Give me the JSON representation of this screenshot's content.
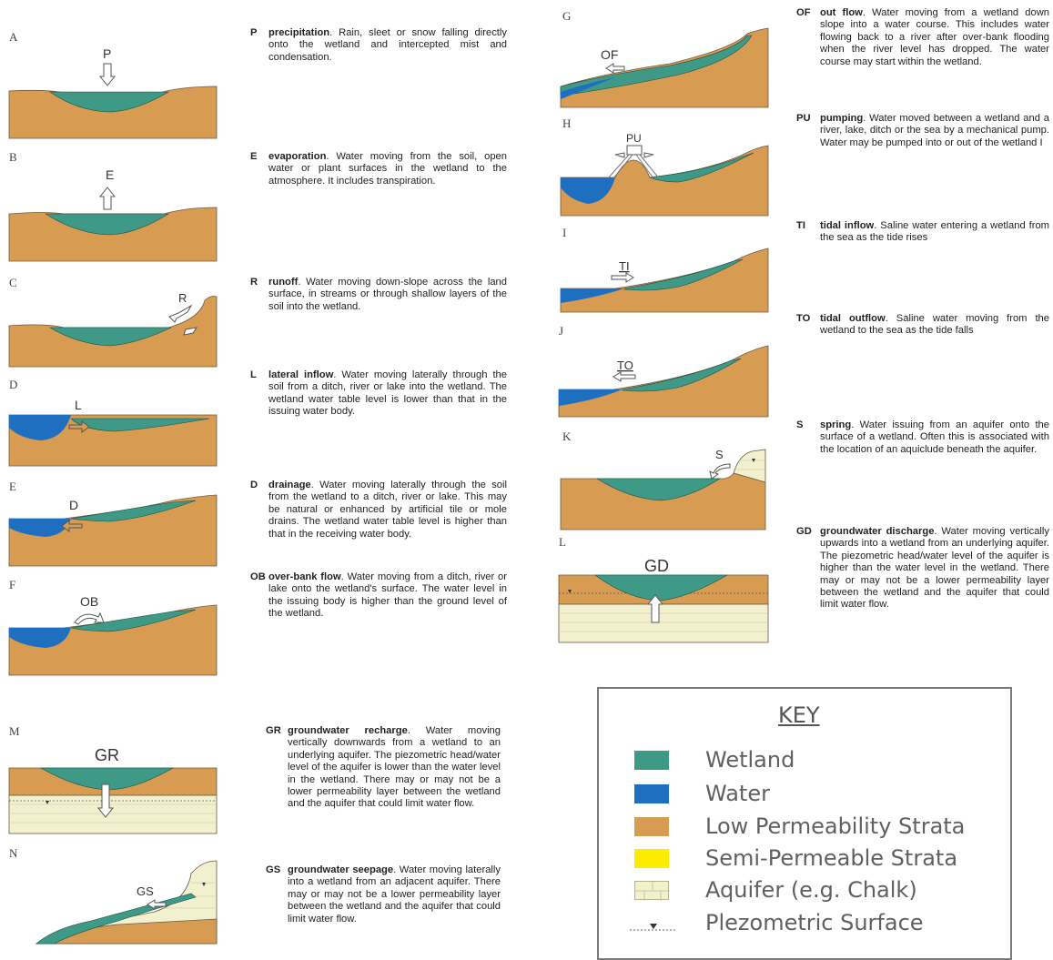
{
  "colors": {
    "soil": "#D89B52",
    "wetland": "#3E9A86",
    "water": "#1F6FC0",
    "aquifer": "#F3F0CF",
    "semi": "#FFEB00",
    "outline": "#6b5a44"
  },
  "diagrams": [
    {
      "letter": "A",
      "label": "P",
      "arrow": "down"
    },
    {
      "letter": "B",
      "label": "E",
      "arrow": "up"
    },
    {
      "letter": "C",
      "label": "R",
      "arrow": "diag"
    },
    {
      "letter": "D",
      "label": "L",
      "arrow": "right"
    },
    {
      "letter": "E",
      "label": "D",
      "arrow": "left"
    },
    {
      "letter": "F",
      "label": "OB",
      "arrow": "curve"
    },
    {
      "letter": "G",
      "label": "OF",
      "arrow": "left"
    },
    {
      "letter": "H",
      "label": "PU",
      "arrow": "pump"
    },
    {
      "letter": "I",
      "label": "TI",
      "arrow": "right"
    },
    {
      "letter": "J",
      "label": "TO",
      "arrow": "left"
    },
    {
      "letter": "K",
      "label": "S",
      "arrow": "curve"
    },
    {
      "letter": "L",
      "label": "GD",
      "arrow": "up"
    },
    {
      "letter": "M",
      "label": "GR",
      "arrow": "down"
    },
    {
      "letter": "N",
      "label": "GS",
      "arrow": "left"
    }
  ],
  "descriptions": {
    "P": {
      "code": "P",
      "term": "precipitation",
      "text": ". Rain, sleet or snow falling directly onto the wetland and intercepted mist and condensation."
    },
    "E": {
      "code": "E",
      "term": "evaporation",
      "text": ". Water moving from the soil, open water or plant surfaces in the wetland to the atmosphere. It includes transpiration."
    },
    "R": {
      "code": "R",
      "term": "runoff",
      "text": ". Water moving down-slope across the land surface, in streams or through shallow layers of the soil into the wetland."
    },
    "L": {
      "code": "L",
      "term": "lateral inflow",
      "text": ". Water moving laterally through the soil from a ditch, river or lake into the wetland. The wetland water table level is lower than that in the issuing water body."
    },
    "D": {
      "code": "D",
      "term": "drainage",
      "text": ". Water moving laterally through the soil from the wetland to a ditch, river or lake. This may be natural or enhanced by artificial tile or mole drains. The wetland water table level is higher than that in the receiving water body."
    },
    "OB": {
      "code": "OB",
      "term": "over-bank flow",
      "text": ". Water moving from a ditch, river or lake onto the wetland's surface. The water level in the issuing body is higher than the ground level of the wetland."
    },
    "OF": {
      "code": "OF",
      "term": "out flow",
      "text": ". Water moving from a wetland down slope into a water course. This includes water flowing back to a river after over-bank flooding when the river level has dropped. The water course may start within the wetland."
    },
    "PU": {
      "code": "PU",
      "term": "pumping",
      "text": ". Water moved between a wetland and a river, lake, ditch or the sea by a mechanical pump. Water may be pumped into or out of the wetland I"
    },
    "TI": {
      "code": "TI",
      "term": "tidal inflow",
      "text": ". Saline water entering a wetland from the sea as the tide rises"
    },
    "TO": {
      "code": "TO",
      "term": "tidal outflow",
      "text": ". Saline water moving from the wetland to the sea as the tide falls"
    },
    "S": {
      "code": "S",
      "term": "spring",
      "text": ". Water issuing from an aquifer onto the surface of a wetland. Often this is associated with the location of an aquiclude beneath the aquifer."
    },
    "GD": {
      "code": "GD",
      "term": "groundwater discharge",
      "text": ". Water moving vertically upwards into a wetland from an underlying aquifer. The piezometric head/water level of the aquifer is higher than the water level in the wetland. There may or may not be a lower permeability layer between the wetland and the aquifer that could limit water flow."
    },
    "GR": {
      "code": "GR",
      "term": "groundwater recharge",
      "text": ". Water moving vertically downwards from a wetland to an underlying aquifer. The piezometric head/water level of the aquifer is lower than the water level in the wetland. There may or may not be a lower permeability layer between the wetland and the aquifer that could limit water flow."
    },
    "GS": {
      "code": "GS",
      "term": "groundwater seepage",
      "text": ". Water moving laterally into a wetland from an adjacent aquifer. There may or may not be a lower permeability layer between the wetland and the aquifer that could limit water flow."
    }
  },
  "key": {
    "title": "KEY",
    "items": [
      {
        "label": "Wetland",
        "color": "#3E9A86"
      },
      {
        "label": "Water",
        "color": "#1F6FC0"
      },
      {
        "label": "Low Permeability Strata",
        "color": "#D89B52"
      },
      {
        "label": "Semi-Permeable Strata",
        "color": "#FFEB00"
      },
      {
        "label": "Aquifer (e.g. Chalk)",
        "color": "#F3F0CF"
      },
      {
        "label": "Plezometric Surface",
        "color": "none"
      }
    ]
  }
}
